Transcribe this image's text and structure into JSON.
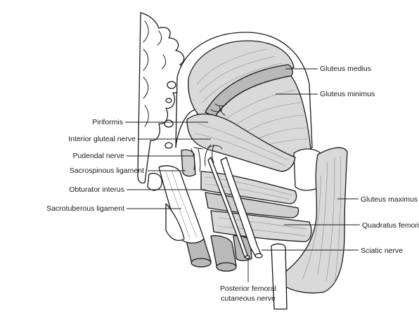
{
  "labels": {
    "gluteus_medius": "Gluteus medius",
    "gluteus_minimus": "Gluteus minimus",
    "piriformis": "Piriformis",
    "inferior_gluteal_nerve": "Interior gluteal nerve",
    "pudendal_nerve": "Pudendal nerve",
    "sacrospinous_ligament": "Sacrospinous ligament",
    "obturator_interus": "Obturator interus",
    "sacrotuberous_ligament": "Sacrotuberous ligament",
    "gluteus_maximus": "Gluteus maximus",
    "quadratus_femoris": "Quadratus femoris",
    "sciatic_nerve": "Sciatic nerve",
    "posterior_femoral_line1": "Posterior femoral",
    "posterior_femoral_line2": "cutaneous nerve"
  }
}
